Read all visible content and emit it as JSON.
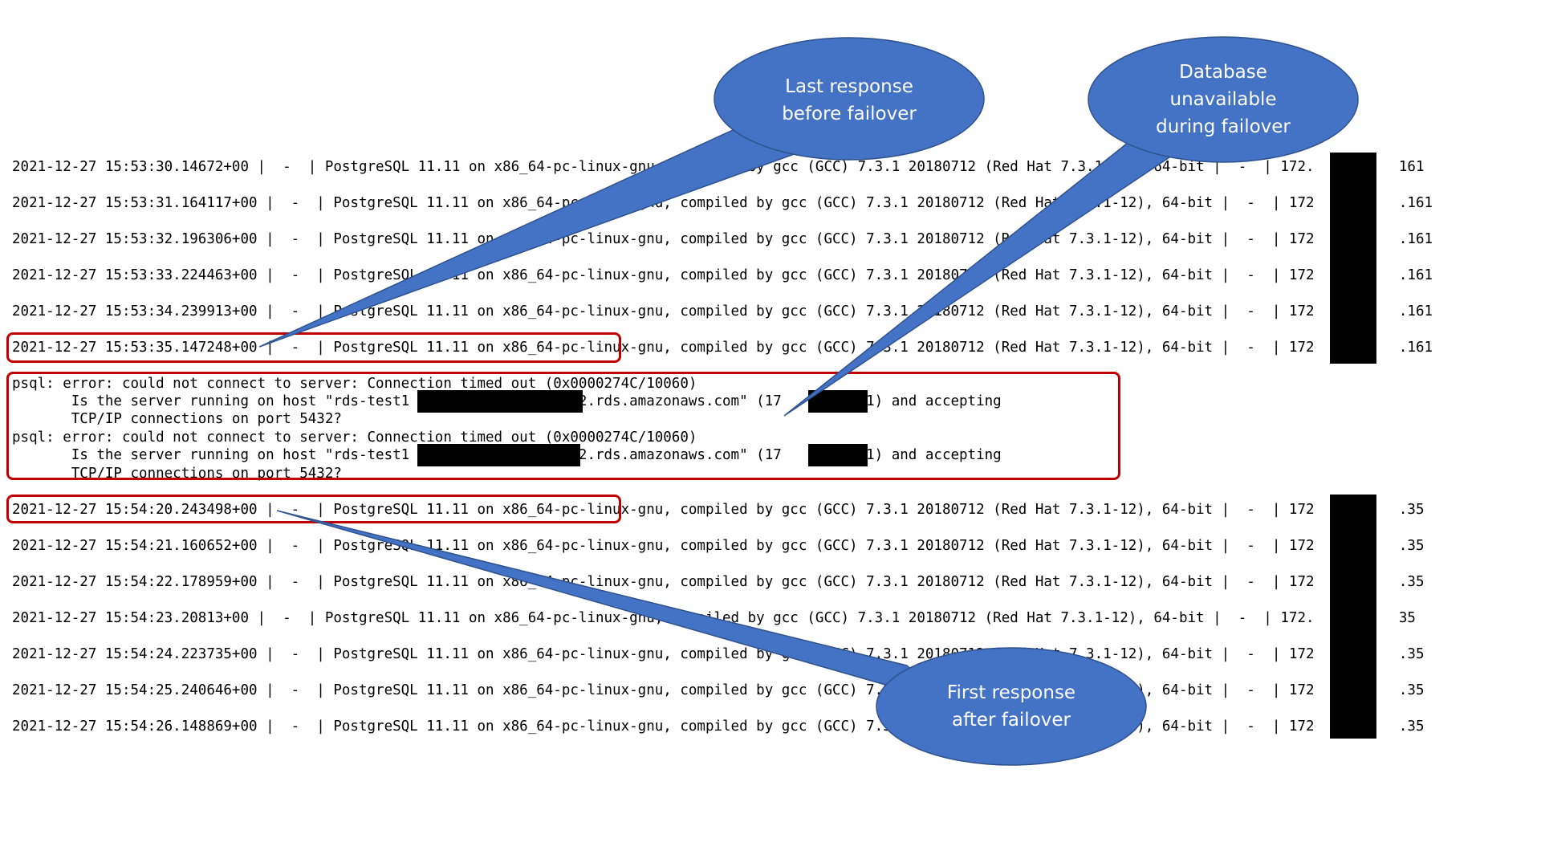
{
  "log": {
    "rows_before": [
      "2021-12-27 15:53:30.14672+00 |  -  | PostgreSQL 11.11 on x86_64-pc-linux-gnu, compiled by gcc (GCC) 7.3.1 20180712 (Red Hat 7.3.1-12), 64-bit |  -  | 172.          161",
      "2021-12-27 15:53:31.164117+00 |  -  | PostgreSQL 11.11 on x86_64-pc-linux-gnu, compiled by gcc (GCC) 7.3.1 20180712 (Red Hat 7.3.1-12), 64-bit |  -  | 172          .161",
      "2021-12-27 15:53:32.196306+00 |  -  | PostgreSQL 11.11 on x86_64-pc-linux-gnu, compiled by gcc (GCC) 7.3.1 20180712 (Red Hat 7.3.1-12), 64-bit |  -  | 172          .161",
      "2021-12-27 15:53:33.224463+00 |  -  | PostgreSQL 11.11 on x86_64-pc-linux-gnu, compiled by gcc (GCC) 7.3.1 20180712 (Red Hat 7.3.1-12), 64-bit |  -  | 172          .161",
      "2021-12-27 15:53:34.239913+00 |  -  | PostgreSQL 11.11 on x86_64-pc-linux-gnu, compiled by gcc (GCC) 7.3.1 20180712 (Red Hat 7.3.1-12), 64-bit |  -  | 172          .161",
      "2021-12-27 15:53:35.147248+00 |  -  | PostgreSQL 11.11 on x86_64-pc-linux-gnu, compiled by gcc (GCC) 7.3.1 20180712 (Red Hat 7.3.1-12), 64-bit |  -  | 172          .161"
    ],
    "errors": [
      "psql: error: could not connect to server: Connection timed out (0x0000274C/10060)",
      "       Is the server running on host \"rds-test1                  t-2.rds.amazonaws.com\" (17       .161) and accepting",
      "       TCP/IP connections on port 5432?",
      "psql: error: could not connect to server: Connection timed out (0x0000274C/10060)",
      "       Is the server running on host \"rds-test1                  t-2.rds.amazonaws.com\" (17       .161) and accepting",
      "       TCP/IP connections on port 5432?"
    ],
    "rows_after": [
      "2021-12-27 15:54:20.243498+00 |  -  | PostgreSQL 11.11 on x86_64-pc-linux-gnu, compiled by gcc (GCC) 7.3.1 20180712 (Red Hat 7.3.1-12), 64-bit |  -  | 172          .35",
      "2021-12-27 15:54:21.160652+00 |  -  | PostgreSQL 11.11 on x86_64-pc-linux-gnu, compiled by gcc (GCC) 7.3.1 20180712 (Red Hat 7.3.1-12), 64-bit |  -  | 172          .35",
      "2021-12-27 15:54:22.178959+00 |  -  | PostgreSQL 11.11 on x86_64-pc-linux-gnu, compiled by gcc (GCC) 7.3.1 20180712 (Red Hat 7.3.1-12), 64-bit |  -  | 172          .35",
      "2021-12-27 15:54:23.20813+00 |  -  | PostgreSQL 11.11 on x86_64-pc-linux-gnu, compiled by gcc (GCC) 7.3.1 20180712 (Red Hat 7.3.1-12), 64-bit |  -  | 172.          35",
      "2021-12-27 15:54:24.223735+00 |  -  | PostgreSQL 11.11 on x86_64-pc-linux-gnu, compiled by gcc (GCC) 7.3.1 20180712 (Red Hat 7.3.1-12), 64-bit |  -  | 172          .35",
      "2021-12-27 15:54:25.240646+00 |  -  | PostgreSQL 11.11 on x86_64-pc-linux-gnu, compiled by gcc (GCC) 7.3.1 20180712 (Red Hat 7.3.1-12), 64-bit |  -  | 172          .35",
      "2021-12-27 15:54:26.148869+00 |  -  | PostgreSQL 11.11 on x86_64-pc-linux-gnu, compiled by gcc (GCC) 7.3.1 20180712 (Red Hat 7.3.1-12), 64-bit |  -  | 172          .35"
    ]
  },
  "callouts": {
    "last_response": "Last response\nbefore failover",
    "db_unavailable": "Database\nunavailable\nduring failover",
    "first_response": "First response\nafter failover"
  },
  "colors": {
    "callout_fill": "#4472c4",
    "callout_stroke": "#2f528f",
    "highlight_border": "#c00000",
    "redaction": "#000000"
  }
}
